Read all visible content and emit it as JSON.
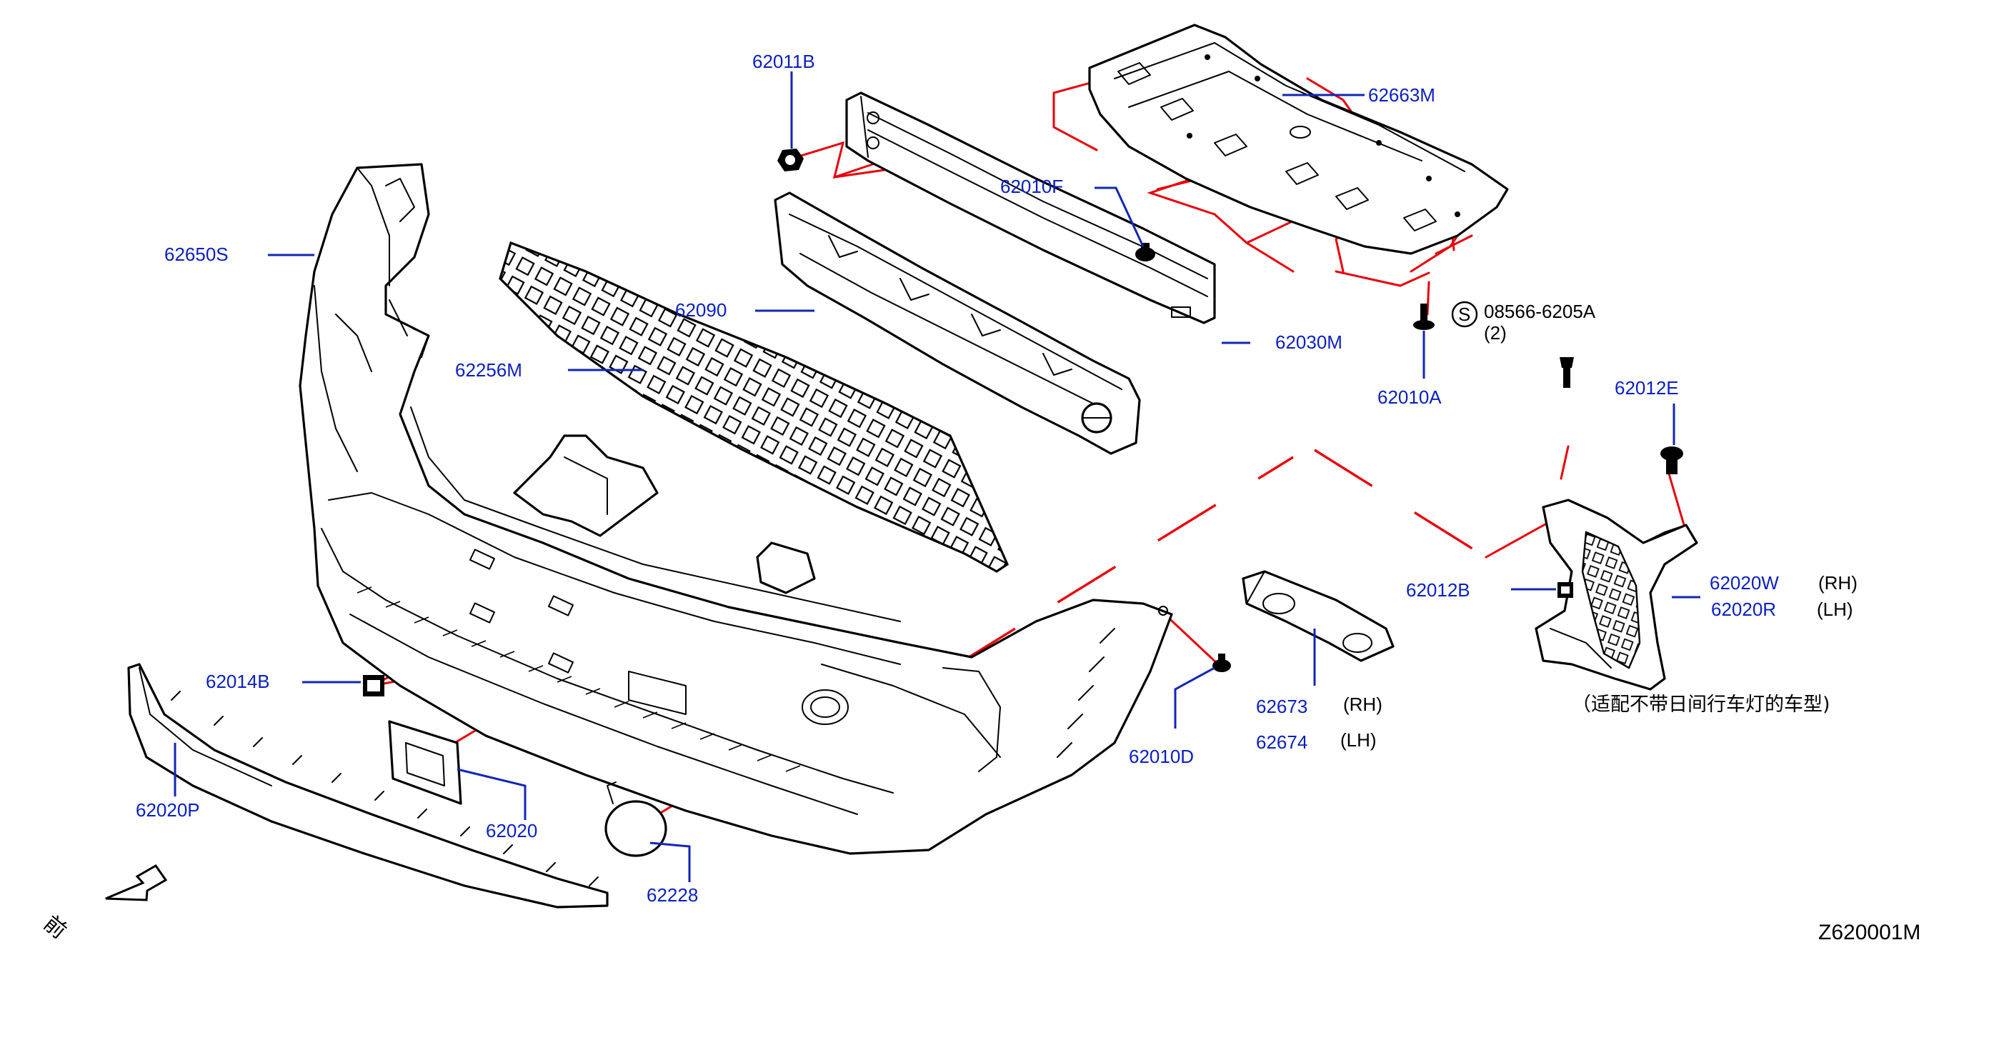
{
  "diagram_code": "Z620001M",
  "front_marker": {
    "text": "前",
    "icon": "front-direction-arrow-icon"
  },
  "standard_symbol": "S",
  "note": "（适配不带日间行车灯的车型)",
  "labels": {
    "p62011B": "62011B",
    "p62663M": "62663M",
    "p62010F": "62010F",
    "p62650S": "62650S",
    "p62090": "62090",
    "p62030M": "62030M",
    "p62256M": "62256M",
    "p62010A": "62010A",
    "p08566": "08566-6205A",
    "p08566_qty": "(2)",
    "p62012E": "62012E",
    "p62012B": "62012B",
    "p62020W": "62020W",
    "p62020W_side": "(RH)",
    "p62020R": "62020R",
    "p62020R_side": "(LH)",
    "p62673": "62673",
    "p62673_side": "(RH)",
    "p62674": "62674",
    "p62674_side": "(LH)",
    "p62010D": "62010D",
    "p62014B": "62014B",
    "p62020P": "62020P",
    "p62020": "62020",
    "p62228": "62228"
  },
  "colors": {
    "label": "#0a1fc0",
    "leader": "#1226b5",
    "reference_line": "#e8000b",
    "outline": "#000000"
  }
}
